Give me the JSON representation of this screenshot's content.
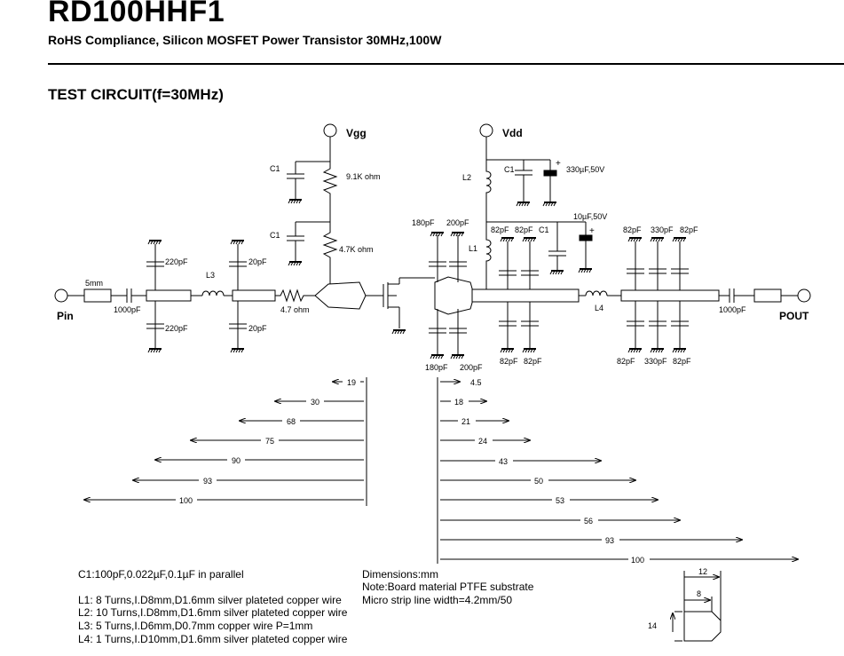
{
  "header": {
    "title": "RD100HHF1",
    "subtitle": "RoHS Compliance,    Silicon MOSFET Power Transistor 30MHz,100W",
    "section": "TEST CIRCUIT(f=30MHz)"
  },
  "circuit": {
    "vgg": "Vgg",
    "vdd": "Vdd",
    "pin": "Pin",
    "pout": "POUT",
    "c1": "C1",
    "r1": "9.1K ohm",
    "r2": "4.7K ohm",
    "r3": "4.7 ohm",
    "l1": "L1",
    "l2": "L2",
    "l3": "L3",
    "l4": "L4",
    "cap330": "330µF,50V",
    "cap10": "10µF,50V",
    "c5mm": "5mm",
    "c1000": "1000pF",
    "c220": "220pF",
    "c20": "20pF",
    "c180": "180pF",
    "c200": "200pF",
    "c82": "82pF",
    "c330": "330pF"
  },
  "dims_left": [
    "19",
    "30",
    "68",
    "75",
    "90",
    "93",
    "100"
  ],
  "dims_right": [
    "4.5",
    "18",
    "21",
    "24",
    "43",
    "50",
    "53",
    "56",
    "93",
    "100"
  ],
  "notes": {
    "c1": "C1:100pF,0.022µF,0.1µF in parallel",
    "l1": "L1: 8 Turns,I.D8mm,D1.6mm silver plateted copper wire",
    "l2": "L2: 10 Turns,I.D8mm,D1.6mm silver plateted copper wire",
    "l3": "L3: 5 Turns,I.D6mm,D0.7mm copper wire P=1mm",
    "l4": "L4: 1 Turns,I.D10mm,D1.6mm silver plateted copper wire",
    "dim": "Dimensions:mm",
    "board": "Note:Board material PTFE substrate",
    "strip": "Micro strip line width=4.2mm/50"
  },
  "pad": {
    "w12": "12",
    "w8": "8",
    "h14": "14"
  }
}
